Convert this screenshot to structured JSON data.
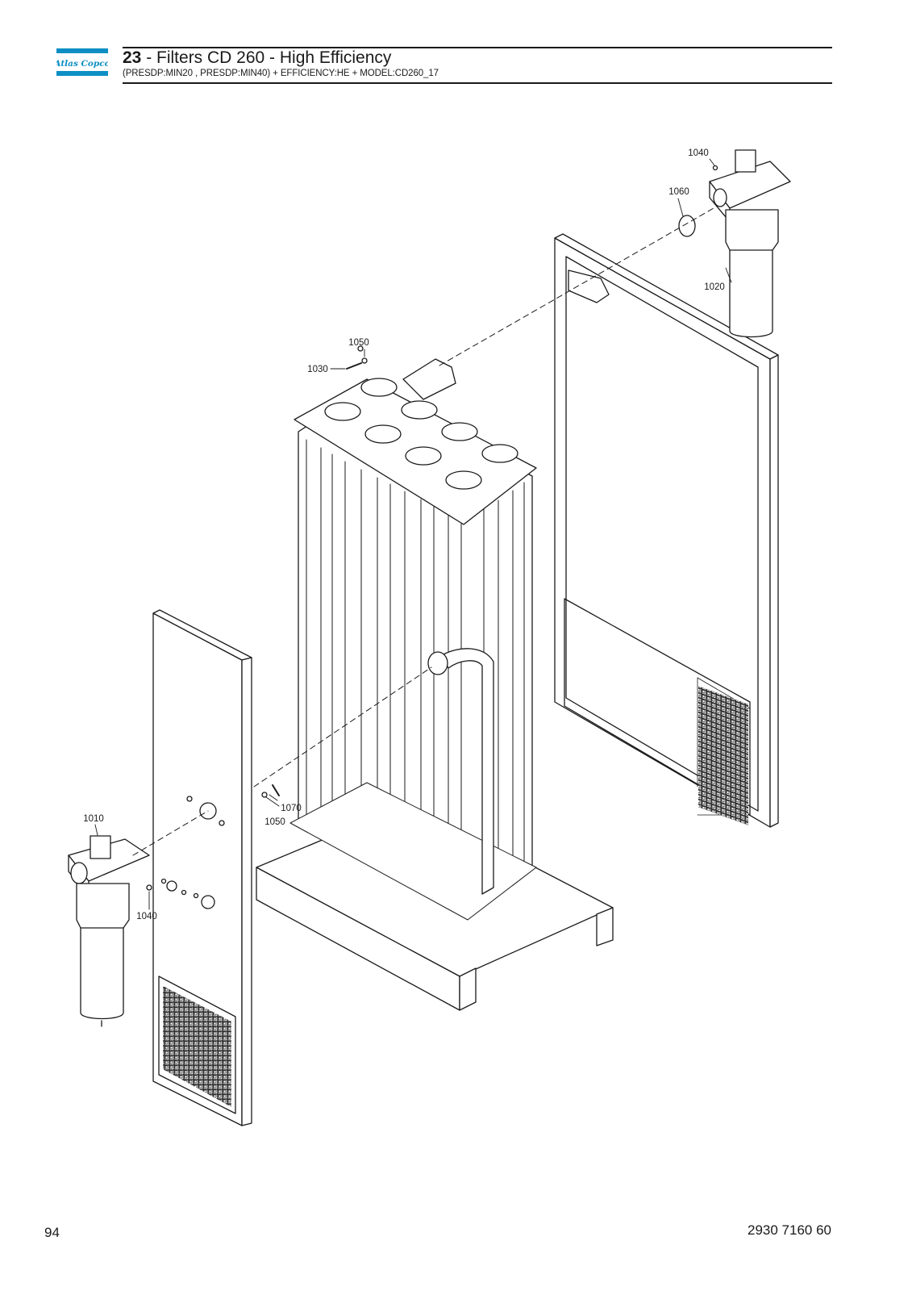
{
  "header": {
    "section_number": "23",
    "title_rest": " - Filters CD 260 - High Efficiency",
    "subtitle": "(PRESDP:MIN20 , PRESDP:MIN40) + EFFICIENCY:HE + MODEL:CD260_17",
    "logo_text": "Atlas Copco",
    "brand_color": "#0d8fc4"
  },
  "callouts": {
    "c1010": "1010",
    "c1020": "1020",
    "c1030": "1030",
    "c1040_top": "1040",
    "c1040_left": "1040",
    "c1050_top": "1050",
    "c1050_mid": "1050",
    "c1060": "1060",
    "c1070": "1070"
  },
  "footer": {
    "page_number": "94",
    "document_number": "2930 7160 60"
  }
}
